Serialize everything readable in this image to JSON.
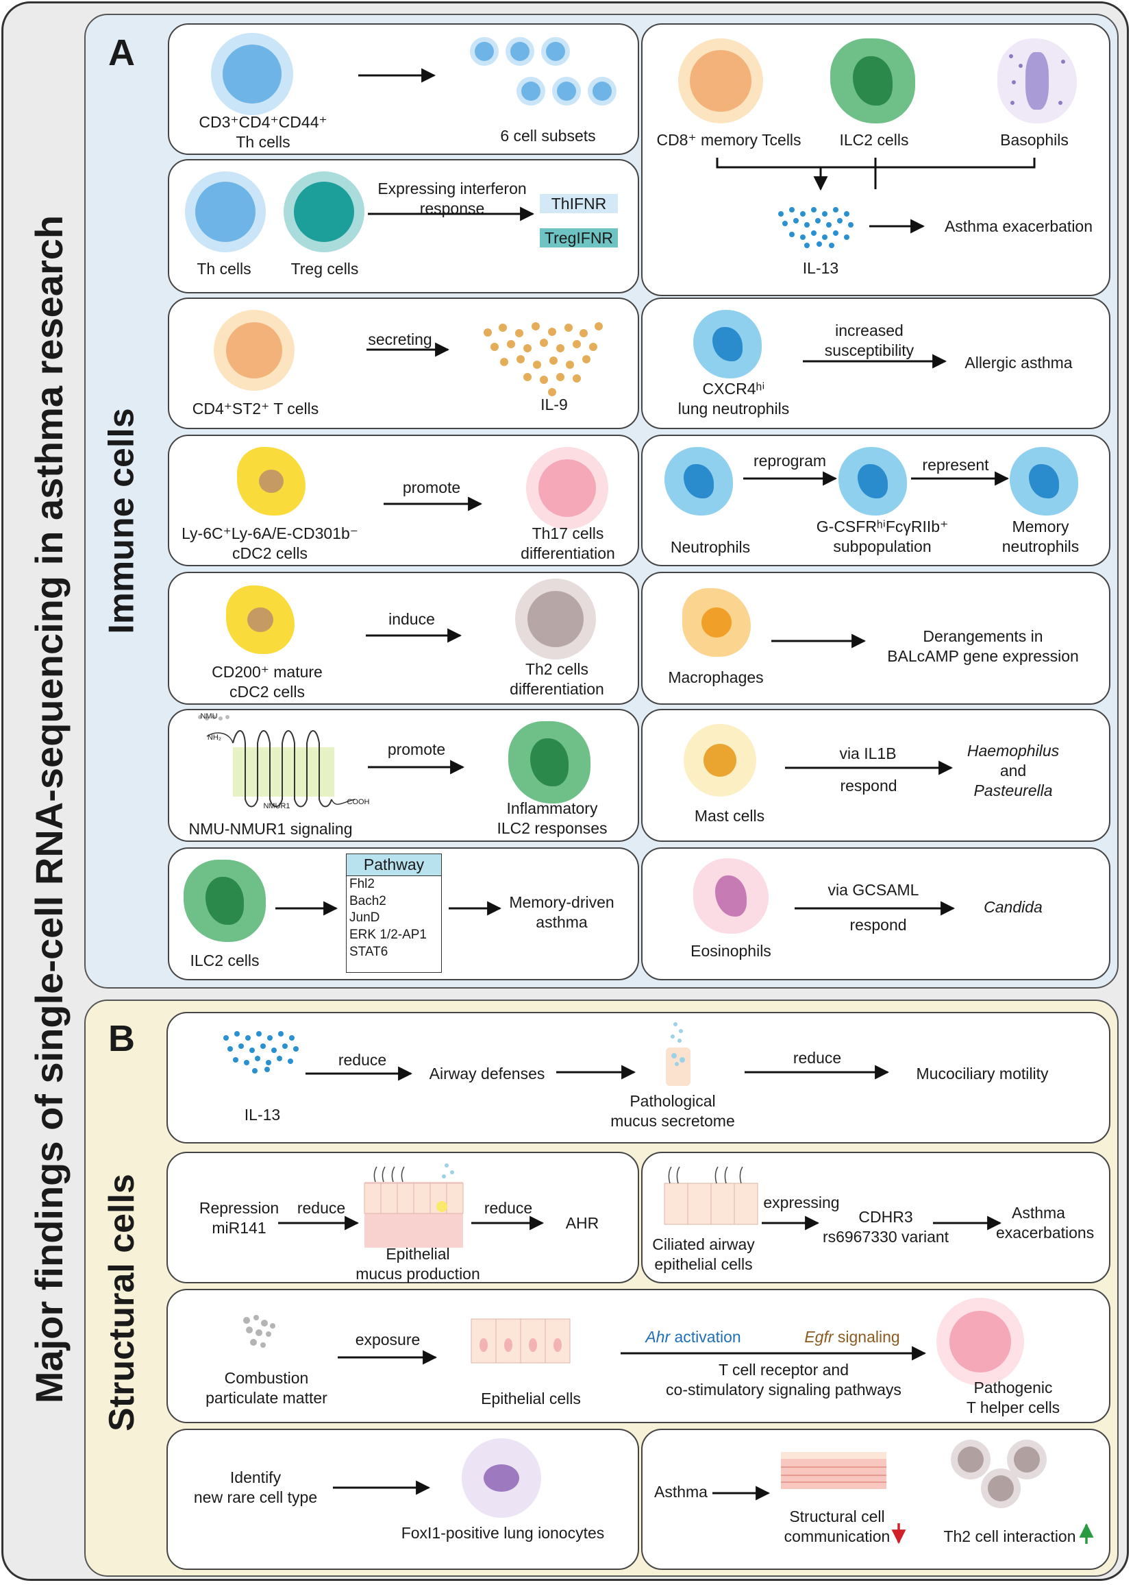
{
  "title": "Major findings of single-cell RNA-sequencing in asthma research",
  "sections": {
    "a": {
      "letter": "A",
      "label": "Immune cells"
    },
    "b": {
      "letter": "B",
      "label": "Structural cells"
    }
  },
  "colors": {
    "arrow": "#111111",
    "blue_cell": "#74b7e6",
    "teal_cell": "#1c9e9a",
    "orange_cell": "#f2b27a",
    "green_cell": "#3a9a5c",
    "red_arrow": "#d0202a",
    "green_arrow": "#2a9a40",
    "pathway_header": "#b9e2ef"
  },
  "a": {
    "th_subsets": {
      "source": "CD3⁺CD4⁺CD44⁺\nTh cells",
      "target": "6 cell subsets"
    },
    "ifn": {
      "cell1": "Th cells",
      "cell2": "Treg cells",
      "label": "Expressing interferon\nresponse",
      "tag1": "ThIFNR",
      "tag2": "TregIFNR"
    },
    "il13_group": {
      "c1": "CD8⁺ memory Tcells",
      "c2": "ILC2 cells",
      "c3": "Basophils",
      "cytokine": "IL-13",
      "outcome": "Asthma exacerbation"
    },
    "cd4st2": {
      "source": "CD4⁺ST2⁺ T cells",
      "label": "secreting",
      "target": "IL-9"
    },
    "cxcr4": {
      "source": "CXCR4ʰⁱ\nlung neutrophils",
      "label": "increased\nsusceptibility",
      "target": "Allergic asthma"
    },
    "cdc2_th17": {
      "source": "Ly-6C⁺Ly-6A/E-CD301b⁻\ncDC2 cells",
      "label": "promote",
      "target": "Th17 cells\ndifferentiation"
    },
    "neut": {
      "n1": "Neutrophils",
      "l1": "reprogram",
      "n2": "G-CSFRʰⁱFcγRIIb⁺\nsubpopulation",
      "l2": "represent",
      "n3": "Memory\nneutrophils"
    },
    "cdc2_th2": {
      "source": "CD200⁺ mature\ncDC2  cells",
      "label": "induce",
      "target": "Th2 cells\ndifferentiation"
    },
    "macro": {
      "source": "Macrophages",
      "target": "Derangements in\nBALcAMP gene expression"
    },
    "nmu": {
      "source": "NMU-NMUR1 signaling",
      "label": "promote",
      "target": "Inflammatory\nILC2 responses",
      "nmu_tag": "NMU",
      "nh2": "NH₂",
      "cooh": "COOH",
      "receptor": "NMUR1"
    },
    "mast": {
      "source": "Mast cells",
      "label_top": "via IL1B",
      "label_bottom": "respond",
      "t1": "Haemophilus",
      "t2": "and",
      "t3": "Pasteurella"
    },
    "ilc2_path": {
      "source": "ILC2 cells",
      "pathway_title": "Pathway",
      "pathway_items": [
        "Fhl2",
        "Bach2",
        "JunD",
        "ERK 1/2-AP1",
        "STAT6"
      ],
      "target": "Memory-driven\nasthma"
    },
    "eos": {
      "source": "Eosinophils",
      "label_top": "via GCSAML",
      "label_bottom": "respond",
      "target": "Candida"
    }
  },
  "b": {
    "il13": {
      "source": "IL-13",
      "l1": "reduce",
      "n1": "Airway defenses",
      "n2": "Pathological\nmucus  secretome",
      "l2": "reduce",
      "n3": "Mucociliary motility"
    },
    "mir": {
      "source": "Repression\nmiR141",
      "l1": "reduce",
      "n1": "Epithelial\nmucus production",
      "l2": "reduce",
      "n2": "AHR"
    },
    "cdhr3": {
      "source": "Ciliated airway\nepithelial cells",
      "label": "expressing",
      "n1": "CDHR3\nrs6967330 variant",
      "n2": "Asthma\nexacerbations"
    },
    "combust": {
      "source": "Combustion\nparticulate matter",
      "l1": "exposure",
      "n1": "Epithelial cells",
      "ahr_gene": "Ahr",
      "ahr_rest": " activation",
      "egfr_gene": "Egfr",
      "egfr_rest": " signaling",
      "below": "T cell receptor and\nco-stimulatory signaling pathways",
      "target": "Pathogenic\nT helper  cells"
    },
    "iono": {
      "source": "Identify\nnew rare cell type",
      "target": "FoxI1-positive lung ionocytes"
    },
    "th2int": {
      "source": "Asthma",
      "n1": "Structural cell\ncommunication",
      "n2": "Th2 cell interaction"
    }
  }
}
